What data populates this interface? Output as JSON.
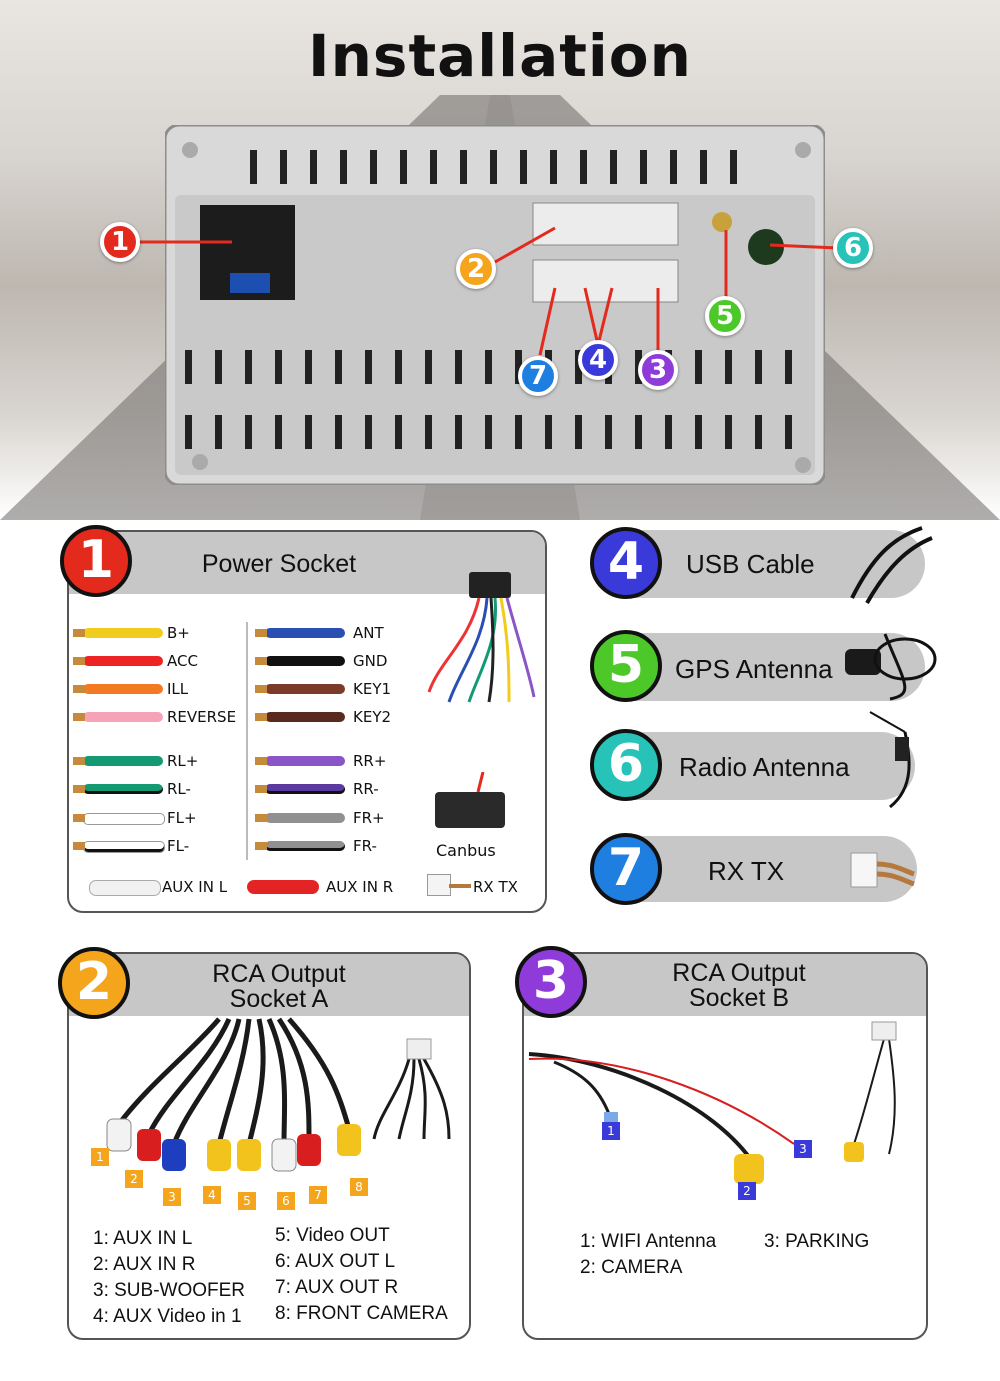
{
  "title": "Installation",
  "callouts": [
    "1",
    "2",
    "3",
    "4",
    "5",
    "6",
    "7"
  ],
  "power_socket": {
    "number": "1",
    "title": "Power Socket",
    "left_wires": [
      {
        "label": "B+",
        "color": "#f2cc1d"
      },
      {
        "label": "ACC",
        "color": "#ee2424"
      },
      {
        "label": "ILL",
        "color": "#f37a22"
      },
      {
        "label": "REVERSE",
        "color": "#f5a3b7"
      },
      {
        "label": "RL+",
        "color": "#149a73"
      },
      {
        "label": "RL-",
        "color": "#149a73"
      },
      {
        "label": "FL+",
        "color": "#ffffff"
      },
      {
        "label": "FL-",
        "color": "#ffffff"
      }
    ],
    "right_wires": [
      {
        "label": "ANT",
        "color": "#2a4fb3"
      },
      {
        "label": "GND",
        "color": "#111111"
      },
      {
        "label": "KEY1",
        "color": "#7a3b28"
      },
      {
        "label": "KEY2",
        "color": "#5a2a1e"
      },
      {
        "label": "RR+",
        "color": "#8a55c7"
      },
      {
        "label": "RR-",
        "color": "#5a3a9e"
      },
      {
        "label": "FR+",
        "color": "#909090"
      },
      {
        "label": "FR-",
        "color": "#909090"
      }
    ],
    "aux_l": "AUX IN L",
    "aux_r": "AUX IN R",
    "rxtx": "RX TX",
    "canbus": "Canbus"
  },
  "side_items": [
    {
      "number": "4",
      "label": "USB Cable",
      "color": "#3a3adb"
    },
    {
      "number": "5",
      "label": "GPS Antenna",
      "color": "#4cc928"
    },
    {
      "number": "6",
      "label": "Radio Antenna",
      "color": "#27c2b8"
    },
    {
      "number": "7",
      "label": "RX TX",
      "color": "#1f7fe0"
    }
  ],
  "rca_a": {
    "number": "2",
    "title_line1": "RCA Output",
    "title_line2": "Socket A",
    "tags": [
      "1",
      "2",
      "3",
      "4",
      "5",
      "6",
      "7",
      "8"
    ],
    "list_left": [
      "1: AUX IN L",
      "2: AUX IN R",
      "3: SUB-WOOFER",
      "4: AUX Video in 1"
    ],
    "list_right": [
      "5: Video OUT",
      "6: AUX OUT L",
      "7: AUX OUT R",
      "8: FRONT CAMERA"
    ]
  },
  "rca_b": {
    "number": "3",
    "title_line1": "RCA Output",
    "title_line2": "Socket B",
    "tags": [
      "1",
      "2",
      "3"
    ],
    "list_left": [
      "1: WIFI Antenna",
      "2: CAMERA"
    ],
    "list_right": [
      "3: PARKING"
    ]
  },
  "colors": {
    "c1": "#e42a1d",
    "c2": "#f4a51c",
    "c3": "#8e3bd9",
    "c4": "#3a3adb",
    "c5": "#4cc928",
    "c6": "#27c2b8",
    "c7": "#1f7fe0"
  }
}
